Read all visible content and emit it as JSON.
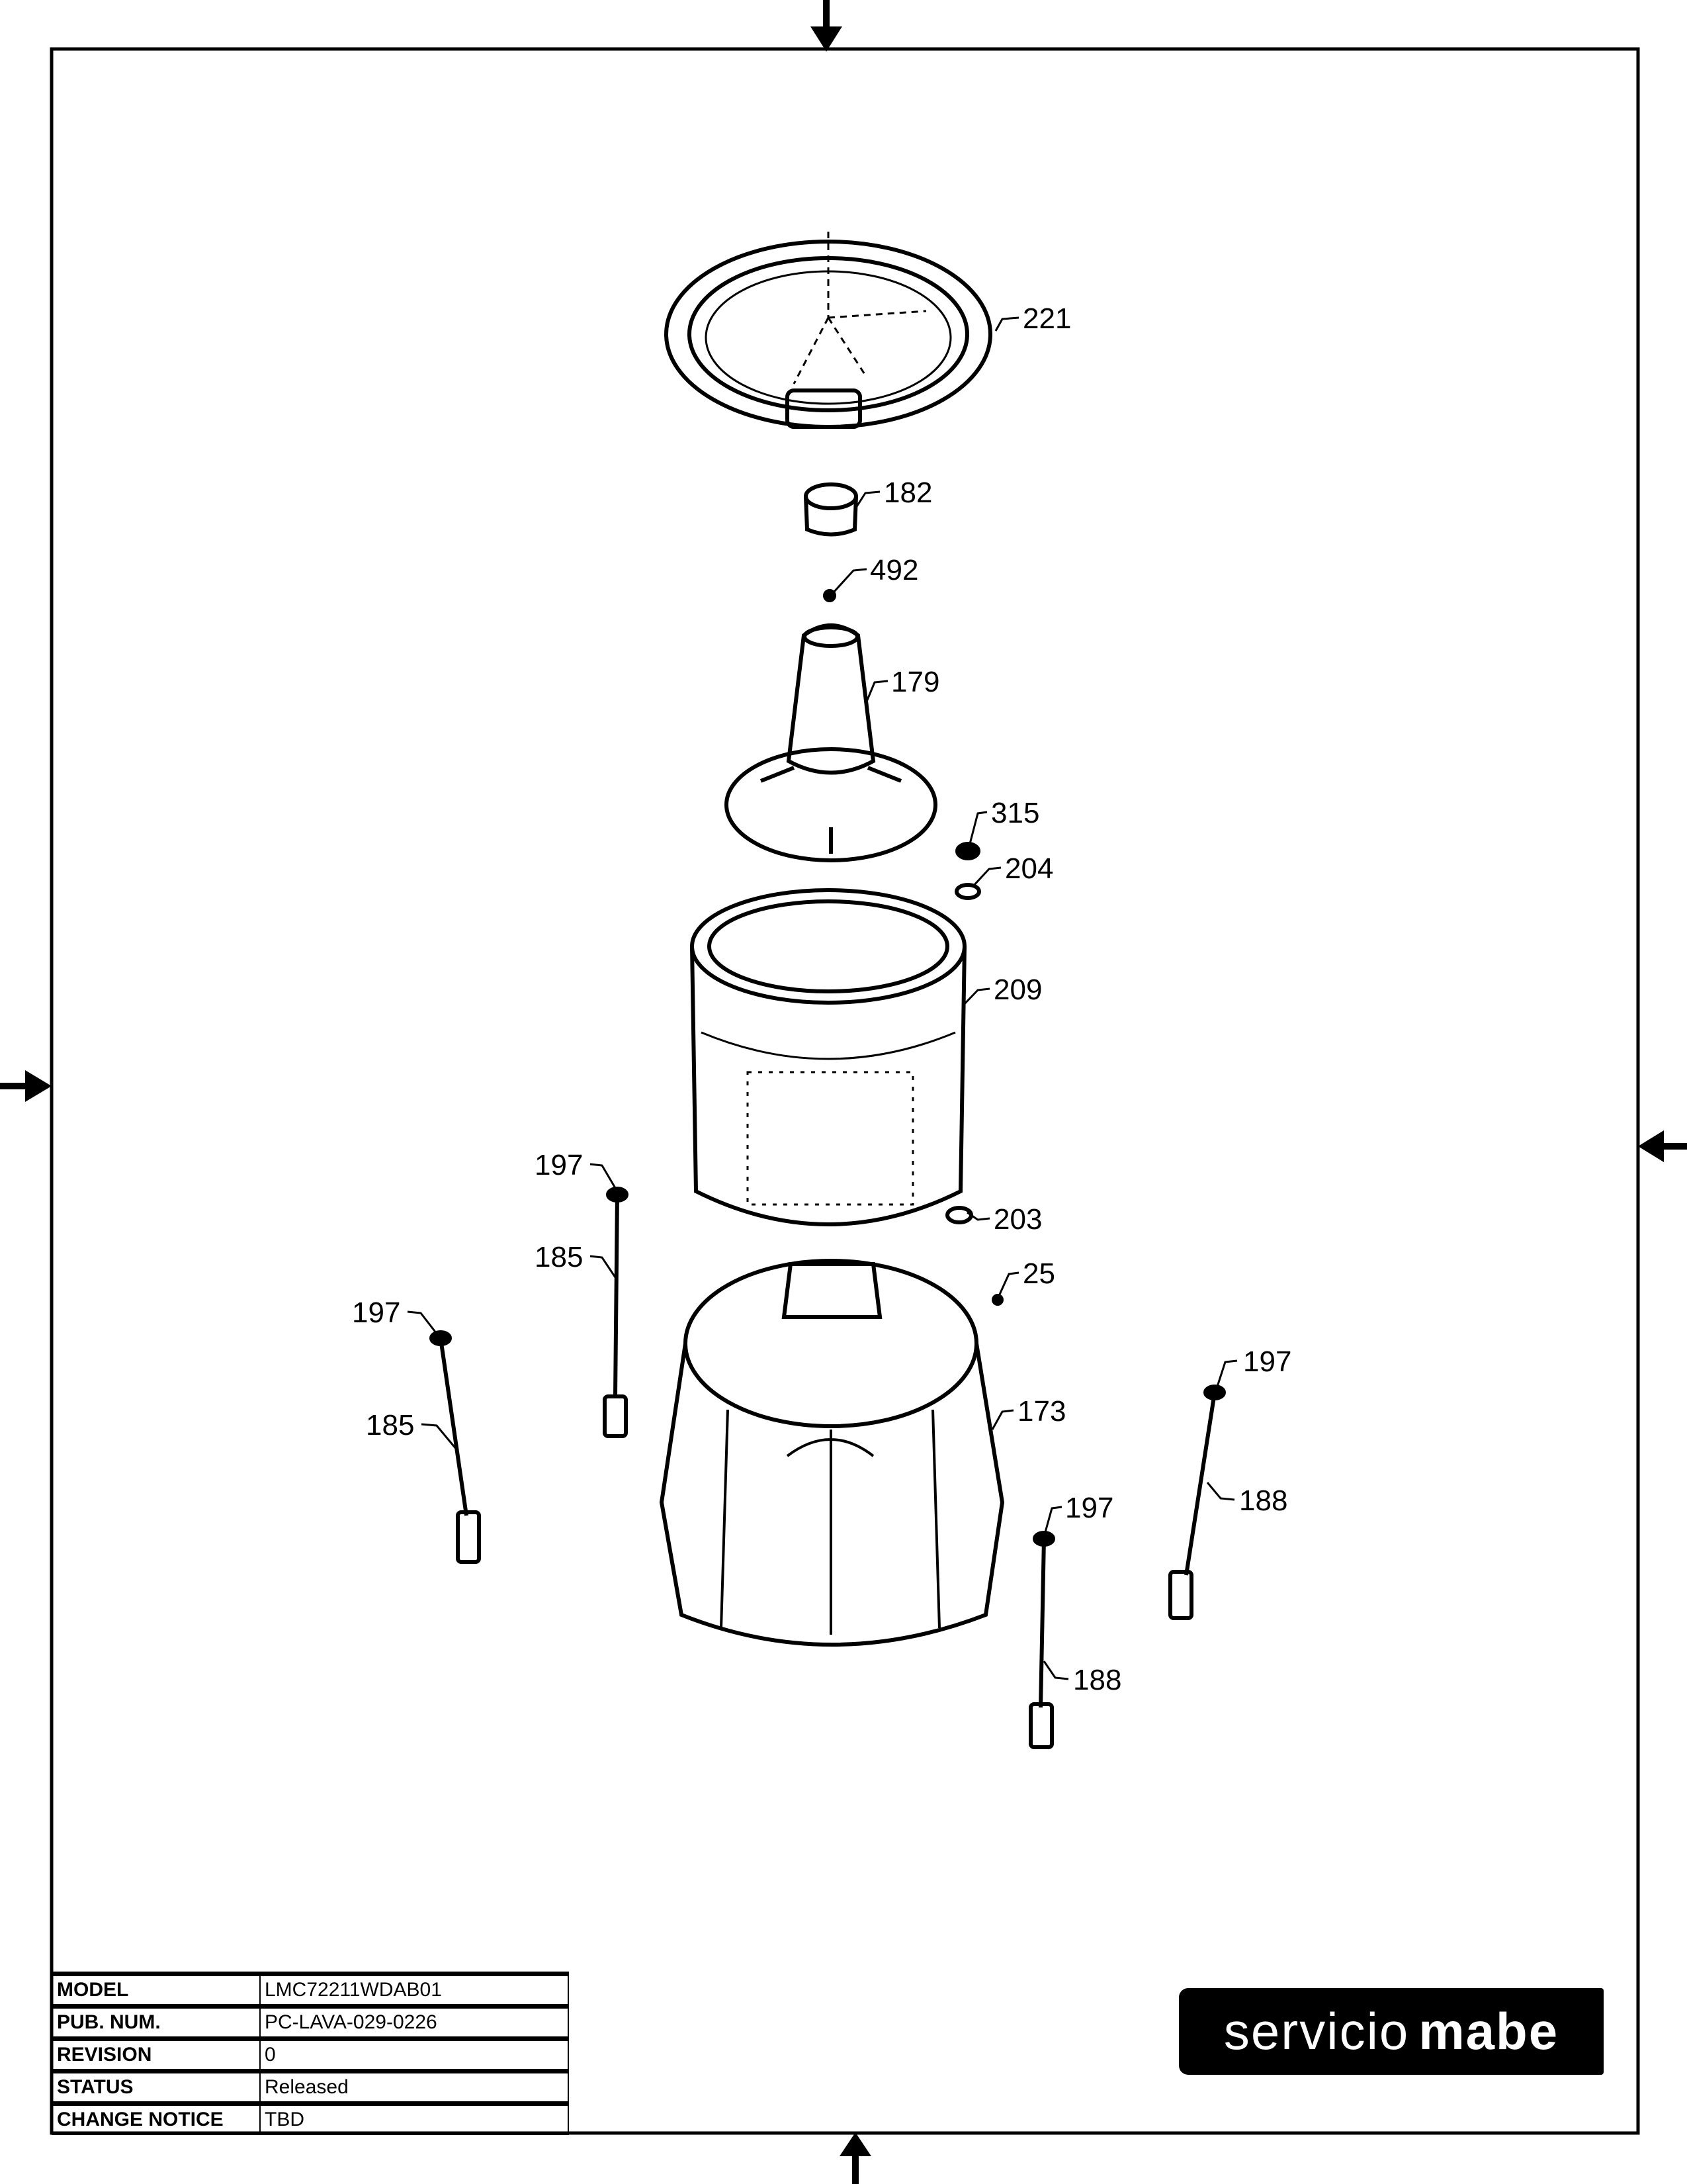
{
  "callouts": [
    "221",
    "182",
    "492",
    "179",
    "315",
    "204",
    "209",
    "197",
    "185",
    "203",
    "25",
    "197",
    "173",
    "185",
    "197",
    "188",
    "197",
    "188"
  ],
  "title_block": {
    "rows": [
      {
        "key": "MODEL",
        "value": "LMC72211WDAB01"
      },
      {
        "key": "PUB. NUM.",
        "value": "PC-LAVA-029-0226"
      },
      {
        "key": "REVISION",
        "value": "0"
      },
      {
        "key": "STATUS",
        "value": "Released"
      },
      {
        "key": "CHANGE NOTICE",
        "value": "TBD"
      }
    ]
  },
  "logo": {
    "word1": "servicio",
    "word2": "mabe"
  }
}
